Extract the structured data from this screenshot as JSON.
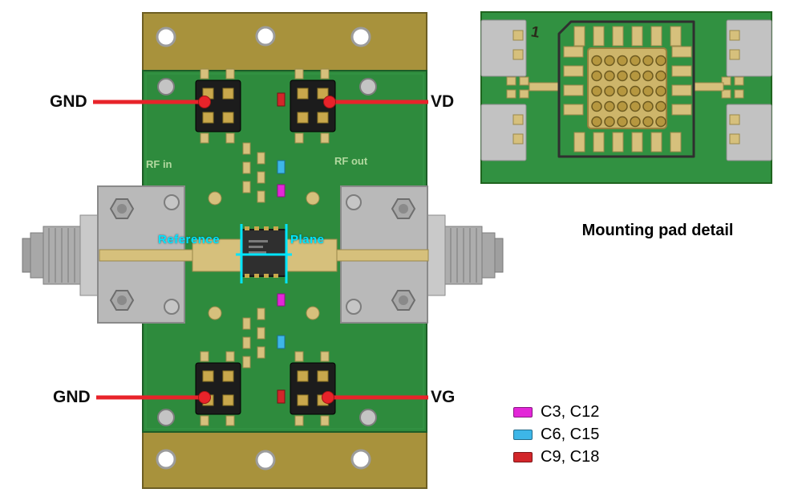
{
  "board": {
    "silkscreen": {
      "rf_in": "RF in",
      "rf_out": "RF out",
      "reference": "Reference",
      "plane": "Plane"
    },
    "callouts": [
      {
        "id": "gnd-top",
        "label": "GND"
      },
      {
        "id": "vd",
        "label": "VD"
      },
      {
        "id": "gnd-bottom",
        "label": "GND"
      },
      {
        "id": "vg",
        "label": "VG"
      }
    ]
  },
  "detail_panel": {
    "caption": "Mounting pad detail",
    "pin1_marker": "1"
  },
  "legend": {
    "items": [
      {
        "label": "C3, C12",
        "color": "#e326d8"
      },
      {
        "label": "C6, C15",
        "color": "#3db6e8"
      },
      {
        "label": "C9, C18",
        "color": "#d2262a"
      }
    ]
  },
  "colors": {
    "callout_red": "#e8232a",
    "pcb_green": "#2e8b3d",
    "brass_plate": "#a8923c",
    "metal_gray": "#b9b9b9",
    "pad_gold": "#d6c07c",
    "reference_plane_cyan": "#00e5ff"
  }
}
